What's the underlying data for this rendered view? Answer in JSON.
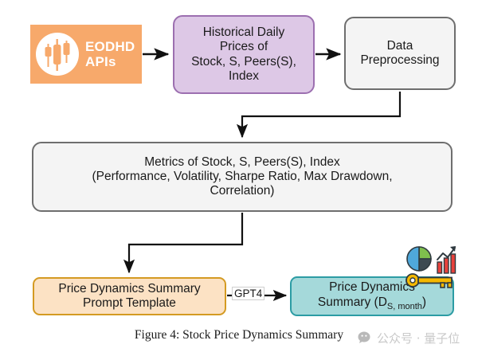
{
  "figure": {
    "caption": "Figure 4: Stock Price Dynamics Summary",
    "watermark": "公众号 · 量子位"
  },
  "nodes": {
    "source": {
      "name": "EODHD APIs",
      "wordmark_line1": "EODHD",
      "wordmark_line2": "APIs",
      "icon": "candlestick-chart-icon",
      "fill": "#F7A96B",
      "text_color": "#FFFFFF"
    },
    "historical": {
      "line1": "Historical Daily",
      "line2": "Prices of",
      "line3": "Stock, S, Peers(S),",
      "line4": "Index",
      "fill": "#DDC8E6",
      "border": "#9C6FB0"
    },
    "preprocessing": {
      "line1": "Data",
      "line2": "Preprocessing",
      "fill": "#F4F4F4",
      "border": "#6E6E6E"
    },
    "metrics": {
      "line1": "Metrics of  Stock, S, Peers(S), Index",
      "line2": "(Performance, Volatility, Sharpe Ratio, Max Drawdown,",
      "line3": "Correlation)",
      "fill": "#F4F4F4",
      "border": "#6E6E6E"
    },
    "prompt": {
      "line1": "Price Dynamics Summary",
      "line2": "Prompt Template",
      "fill": "#FCE2C4",
      "border": "#D49A22"
    },
    "summary": {
      "line1": "Price Dynamics",
      "line2_prefix": "Summary (D",
      "line2_sub": "S, month",
      "line2_suffix": ")",
      "fill": "#A5D9DA",
      "border": "#2C9CA4"
    }
  },
  "edges": {
    "source_to_historical": {
      "label": ""
    },
    "historical_to_preprocessing": {
      "label": ""
    },
    "preprocessing_to_metrics": {
      "label": ""
    },
    "metrics_to_prompt": {
      "label": ""
    },
    "prompt_to_summary": {
      "label": "GPT4"
    }
  },
  "decorations": {
    "pie_chart_icon": "pie-chart-icon",
    "bar_chart_icon": "bar-chart-icon",
    "line_trend_icon": "trend-line-icon",
    "key_icon": "key-icon",
    "colors": {
      "pie_blue": "#4FA8DB",
      "pie_green": "#7FBF4D",
      "pie_dark": "#3D4A52",
      "bars_red": "#E8413C",
      "key_gold": "#F5B800"
    }
  },
  "chart_data": {
    "type": "diagram",
    "title": "Stock Price Dynamics Summary",
    "flow": [
      "EODHD APIs",
      "Historical Daily Prices of Stock, S, Peers(S), Index",
      "Data Preprocessing",
      "Metrics of Stock, S, Peers(S), Index (Performance, Volatility, Sharpe Ratio, Max Drawdown, Correlation)",
      "Price Dynamics Summary Prompt Template",
      "Price Dynamics Summary (D S, month)"
    ]
  }
}
